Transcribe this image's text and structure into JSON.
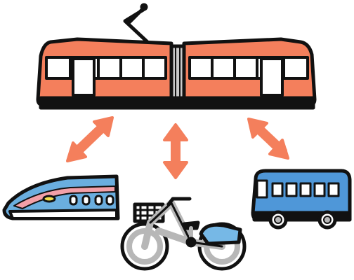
{
  "scene": {
    "background": "#ffffff",
    "subjects": [
      {
        "name": "tram",
        "icon": "tram-icon",
        "body_color": "#f47f5c",
        "window_color": "#ffffff"
      },
      {
        "name": "bullet-train",
        "icon": "bullet-train-icon",
        "body_color": "#6aaedf",
        "stripe_color": "#f3a0a8"
      },
      {
        "name": "bicycle",
        "icon": "bicycle-icon",
        "frame_color": "#b7b7b7",
        "accent_color": "#76b8e6"
      },
      {
        "name": "bus",
        "icon": "bus-icon",
        "body_color": "#4f97d8"
      }
    ],
    "connectors": [
      {
        "name": "arrow-tram-train",
        "icon": "double-arrow-icon",
        "color": "#f47f5c"
      },
      {
        "name": "arrow-tram-bicycle",
        "icon": "double-arrow-icon",
        "color": "#f47f5c"
      },
      {
        "name": "arrow-tram-bus",
        "icon": "double-arrow-icon",
        "color": "#f47f5c"
      }
    ],
    "outline_color": "#111111"
  }
}
